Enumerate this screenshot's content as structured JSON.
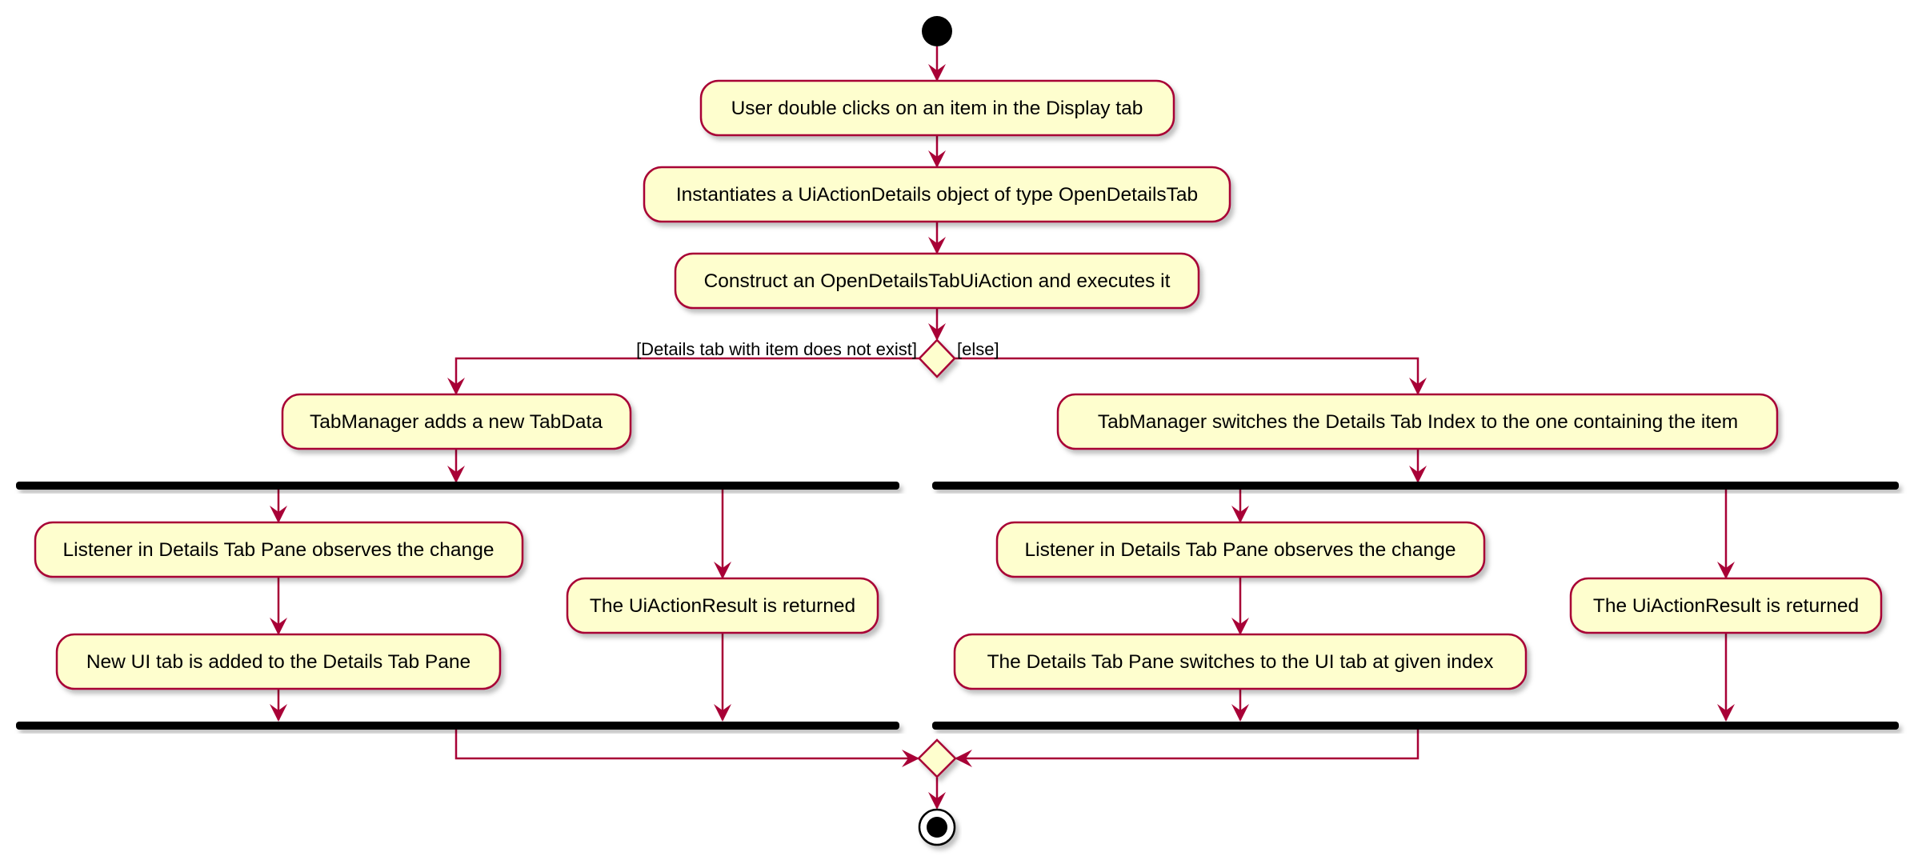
{
  "colors": {
    "line": "#A80036",
    "node_fill": "#FEFECE",
    "bar": "#000000",
    "shadow": "#c8c8c8"
  },
  "nodes": {
    "start": "",
    "user_double_clicks": "User double clicks on an item in the Display tab",
    "instantiates": "Instantiates a UiActionDetails object of type OpenDetailsTab",
    "construct": "Construct an OpenDetailsTabUiAction and executes it",
    "adds_new_tabdata": "TabManager adds a new TabData",
    "switches_index": "TabManager switches the Details Tab Index to the one containing the item",
    "left_listener": "Listener in Details Tab Pane observes the change",
    "left_new_ui_tab": "New UI tab is added to the Details Tab Pane",
    "left_result": "The UiActionResult is returned",
    "right_listener": "Listener in Details Tab Pane observes the change",
    "right_switches_ui_tab": "The Details Tab Pane switches to the UI tab at given index",
    "right_result": "The UiActionResult is returned"
  },
  "guards": {
    "not_exist": "[Details tab with item does not exist]",
    "else": "[else]"
  }
}
